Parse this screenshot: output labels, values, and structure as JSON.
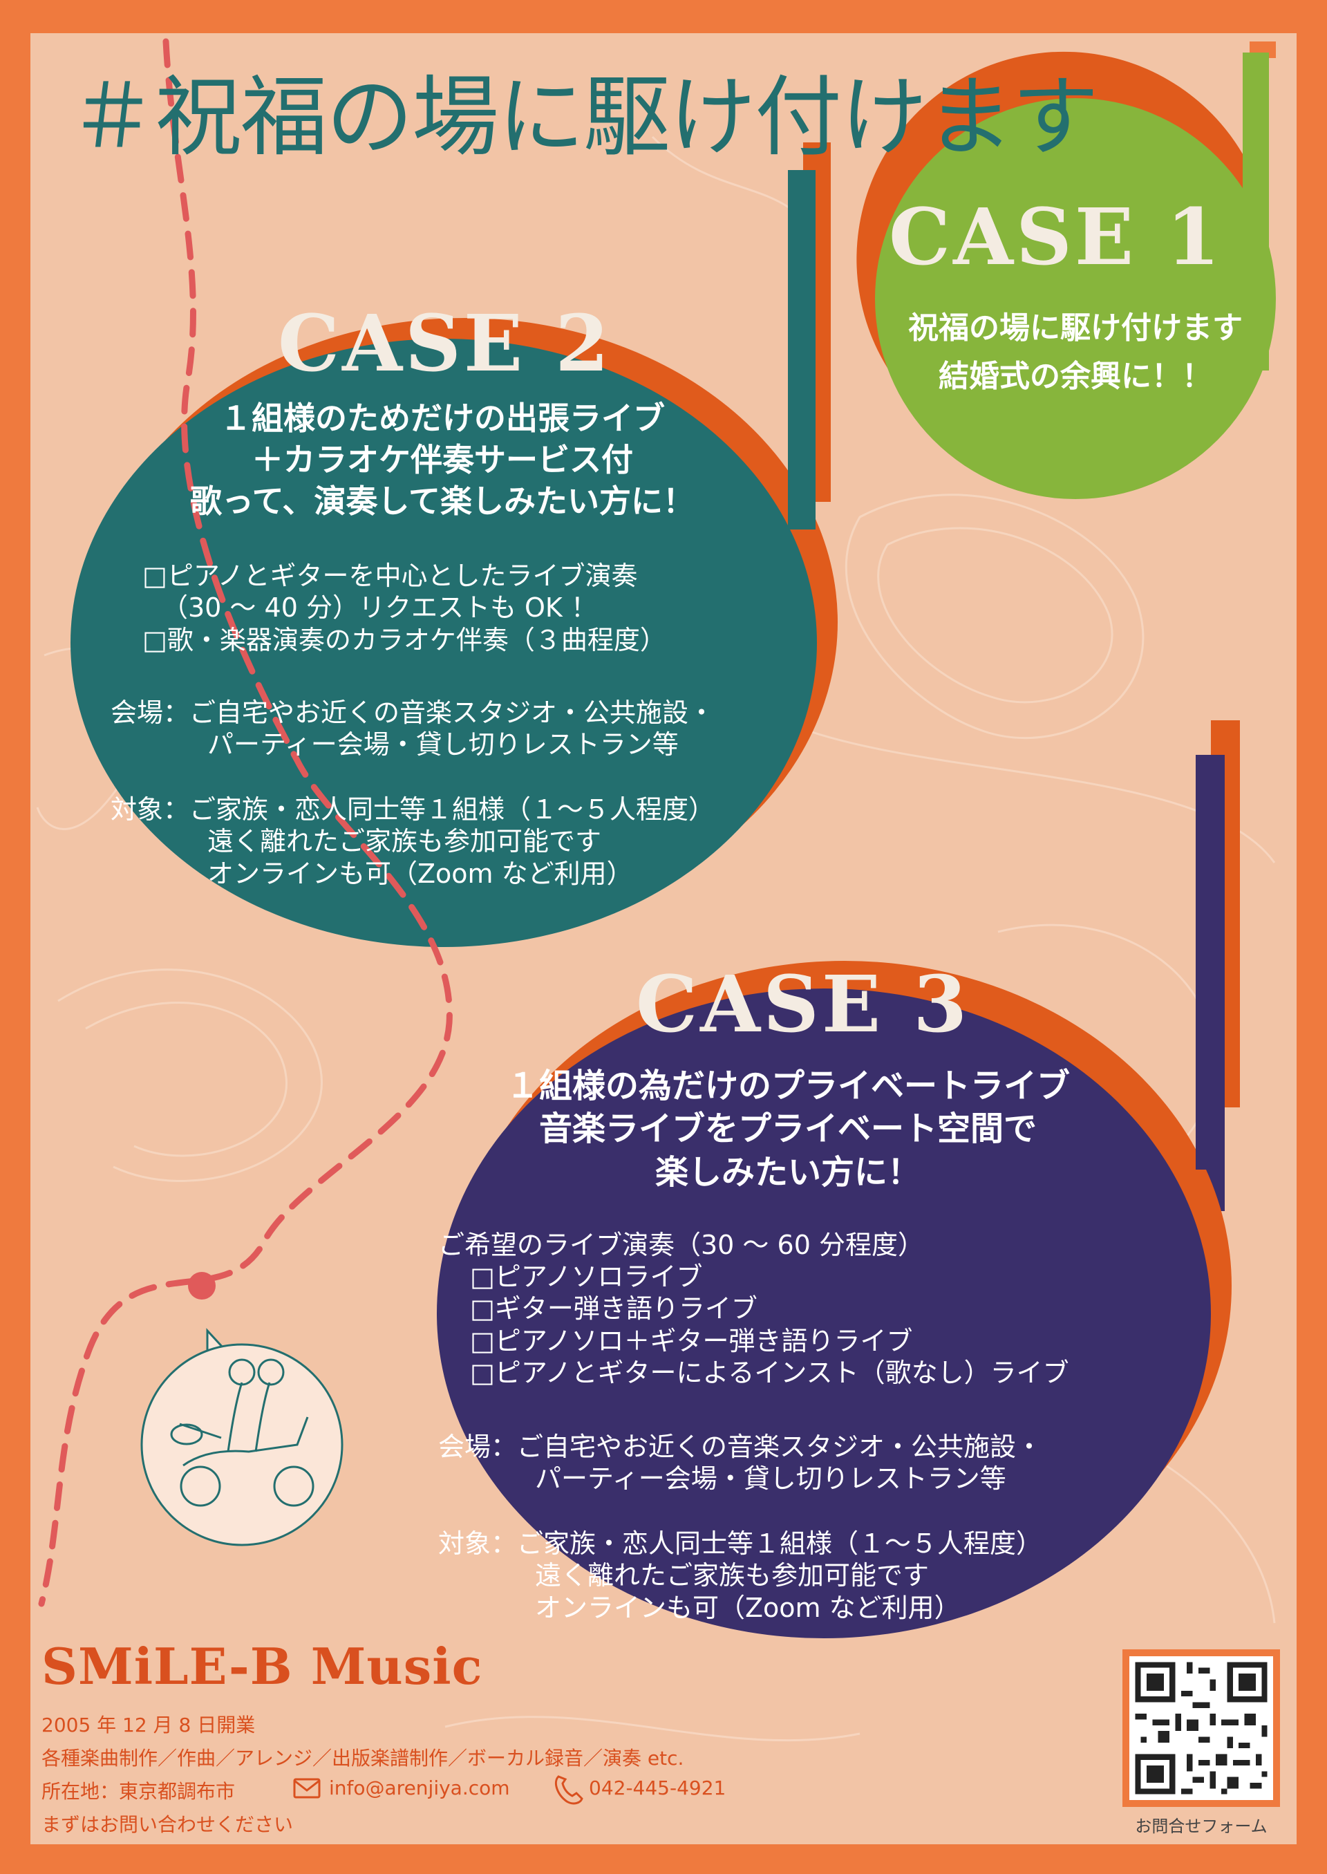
{
  "headline": "＃祝福の場に駆け付けます",
  "case1": {
    "title": "CASE 1",
    "lines": [
      "祝福の場に駆け付けます",
      "結婚式の余興に！！"
    ]
  },
  "case2": {
    "title": "CASE 2",
    "lead": [
      "１組様のためだけの出張ライブ",
      "＋カラオケ伴奏サービス付",
      "歌って、演奏して楽しみたい方に！"
    ],
    "items": [
      "□ピアノとギターを中心としたライブ演奏",
      "（30 ～ 40 分）リクエストも OK ！",
      "□歌・楽器演奏のカラオケ伴奏（３曲程度）"
    ],
    "venue": [
      "会場：ご自宅やお近くの音楽スタジオ・公共施設・",
      "パーティー会場・貸し切りレストラン等"
    ],
    "target": [
      "対象：ご家族・恋人同士等１組様（１～５人程度）",
      "遠く離れたご家族も参加可能です",
      "オンラインも可（Zoom など利用）"
    ]
  },
  "case3": {
    "title": "CASE 3",
    "lead": [
      "１組様の為だけのプライベートライブ",
      "音楽ライブをプライベート空間で",
      "楽しみたい方に！"
    ],
    "intro": "ご希望のライブ演奏（30 ～ 60 分程度）",
    "items": [
      "□ピアノソロライブ",
      "□ギター弾き語りライブ",
      "□ピアノソロ＋ギター弾き語りライブ",
      "□ピアノとギターによるインスト（歌なし）ライブ"
    ],
    "venue": [
      "会場：ご自宅やお近くの音楽スタジオ・公共施設・",
      "パーティー会場・貸し切りレストラン等"
    ],
    "target": [
      "対象：ご家族・恋人同士等１組様（１～５人程度）",
      "遠く離れたご家族も参加可能です",
      "オンラインも可（Zoom など利用）"
    ]
  },
  "footer": {
    "brand": "SMiLE-B Music",
    "founded": "2005 年 12 月 8 日開業",
    "services": "各種楽曲制作／作曲／アレンジ／出版楽譜制作／ボーカル録音／演奏 etc.",
    "location": "所在地：東京都調布市",
    "email": "info@arenjiya.com",
    "phone": "042-445-4921",
    "cta": "まずはお問い合わせください",
    "qr_label": "お問合せフォーム"
  },
  "colors": {
    "orange": "#ef7a3e",
    "teal": "#236f6f",
    "green": "#87b53c",
    "purple": "#3a2f6b",
    "paper": "#f2c4a6",
    "accent_red": "#e05a5a"
  },
  "icons": [
    "mail-icon",
    "phone-icon",
    "scooter-couple-illustration",
    "qr-code"
  ]
}
